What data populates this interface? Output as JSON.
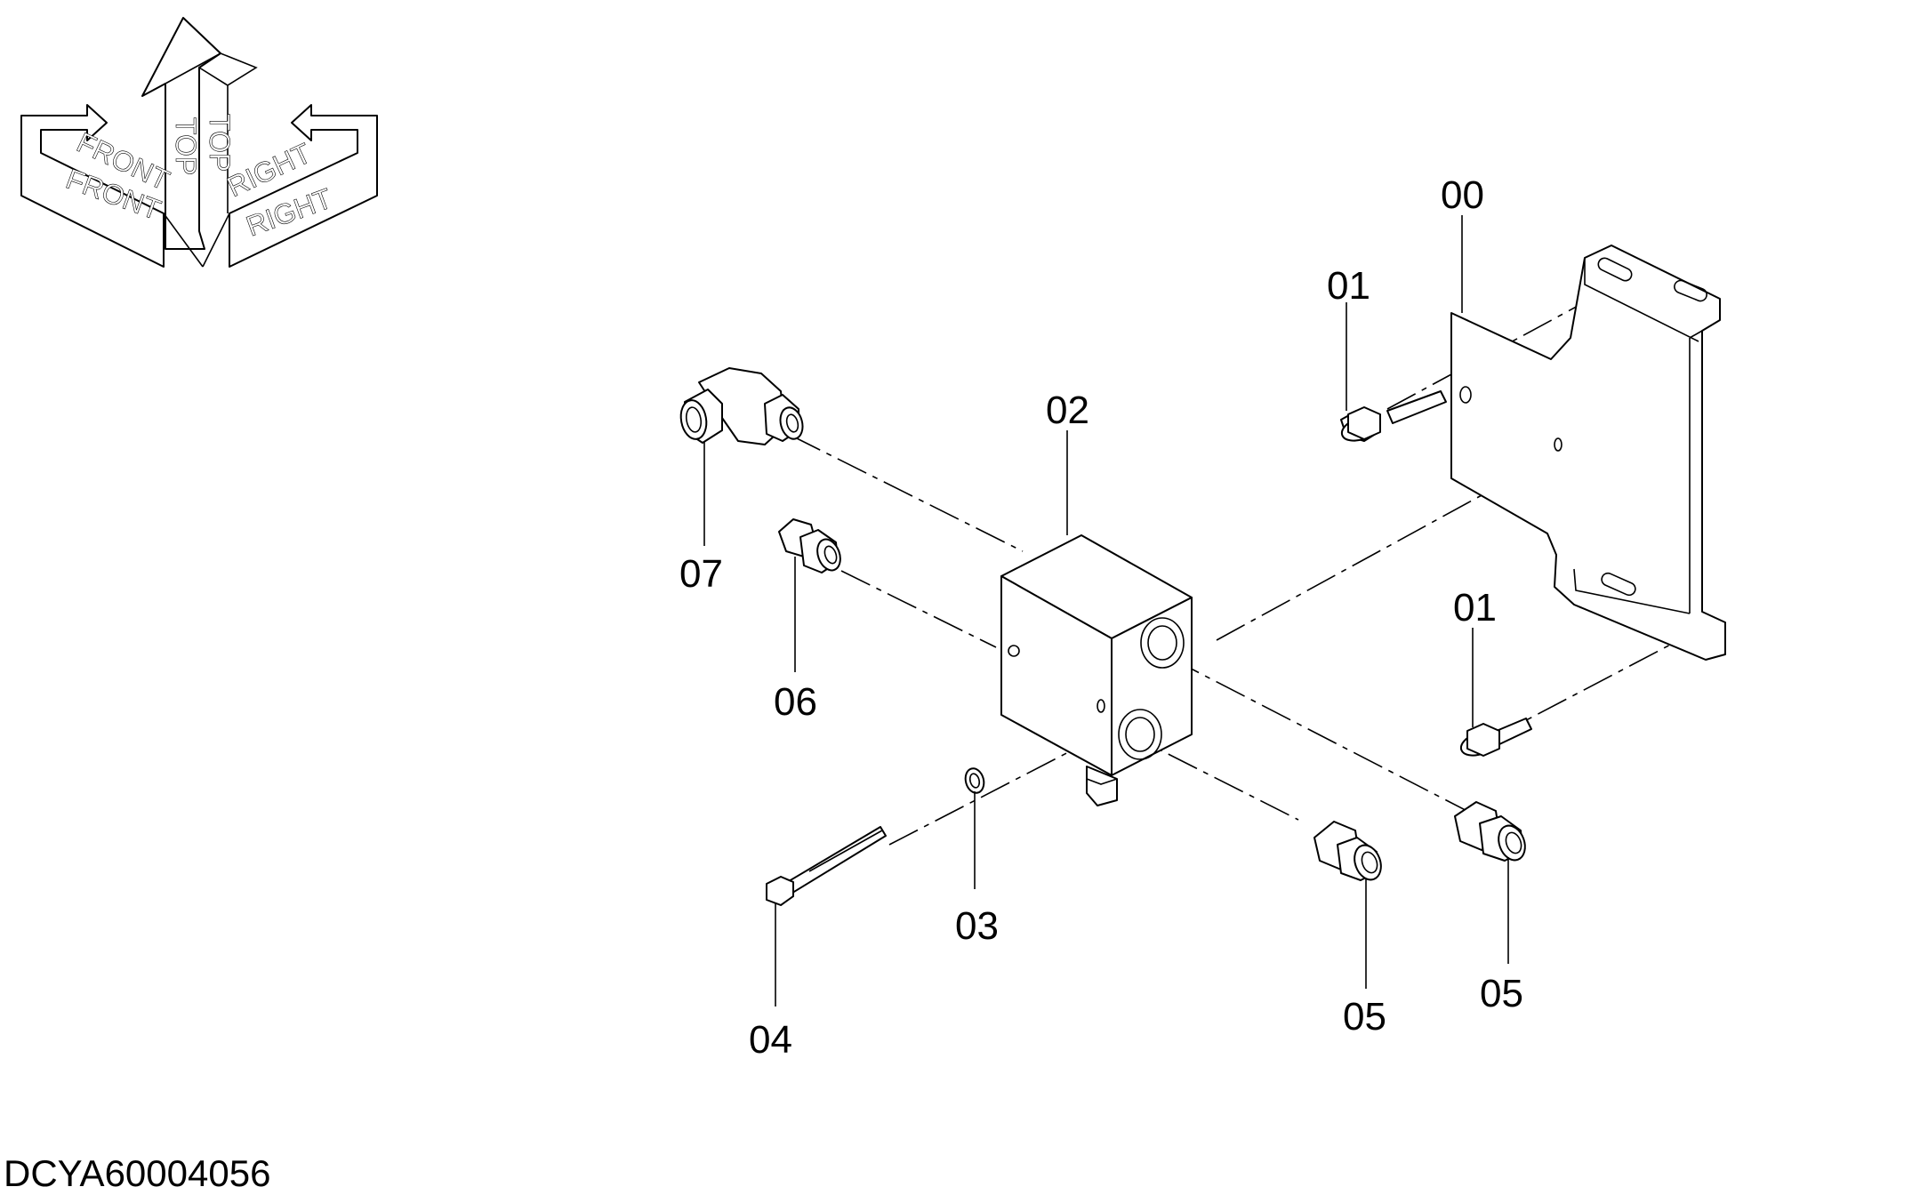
{
  "orientation": {
    "top_label_1": "TOP",
    "top_label_2": "TOP",
    "front_label_1": "FRONT",
    "front_label_2": "FRONT",
    "right_label_1": "RIGHT",
    "right_label_2": "RIGHT"
  },
  "callouts": {
    "bracket": "00",
    "bolt_upper": "01",
    "bolt_lower": "01",
    "valve_block": "02",
    "washer": "03",
    "long_bolt": "04",
    "adapter_bottom": "05",
    "adapter_right": "05",
    "plug_fitting": "06",
    "elbow_fitting": "07"
  },
  "drawing_id": "DCYA60004056"
}
